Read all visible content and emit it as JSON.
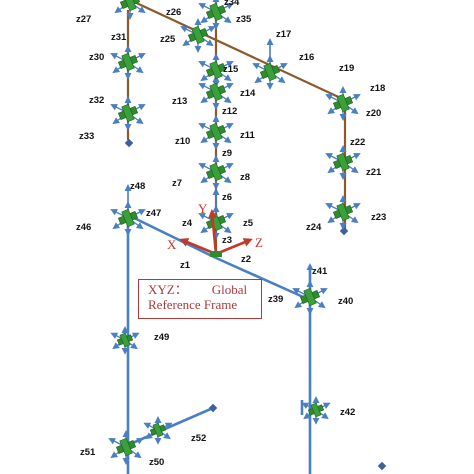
{
  "legend": {
    "frame_name": "XYZ：",
    "frame_word": "Global",
    "line2": "Reference Frame"
  },
  "axes": {
    "x": "X",
    "y": "Y",
    "z": "Z"
  },
  "colors": {
    "pipe": "#8b5a2b",
    "frame": "#4a7fc1",
    "arrow": "#4a7fc1",
    "cube": "#2e8b2e",
    "axis": "#c0392b",
    "legend_border": "#b03a3a"
  },
  "joints": [
    "z1",
    "z2",
    "z3",
    "z4",
    "z5",
    "z6",
    "z7",
    "z8",
    "z9",
    "z10",
    "z11",
    "z12",
    "z13",
    "z14",
    "z15",
    "z16",
    "z17",
    "z18",
    "z19",
    "z20",
    "z21",
    "z22",
    "z23",
    "z24",
    "z25",
    "z26",
    "z27",
    "z30",
    "z31",
    "z32",
    "z33",
    "z34",
    "z35",
    "z39",
    "z40",
    "z41",
    "z42",
    "z46",
    "z47",
    "z48",
    "z49",
    "z50",
    "z51",
    "z52"
  ]
}
